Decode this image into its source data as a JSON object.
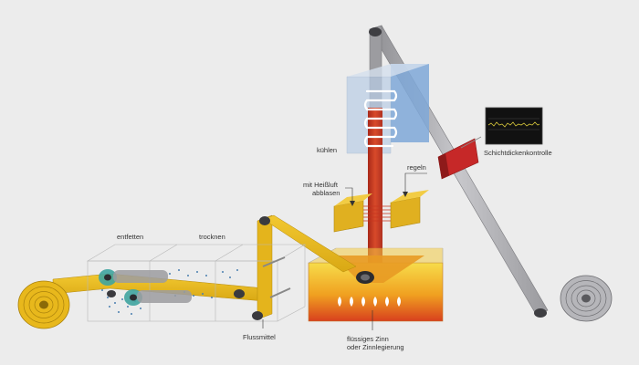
{
  "labels": {
    "entfetten": "entfetten",
    "trocknen": "trocknen",
    "flussmittel": "Flussmittel",
    "heissluft_line1": "mit Heißluft",
    "heissluft_line2": "abblasen",
    "kuehlen": "kühlen",
    "regeln": "regeln",
    "schichtdicke": "Schichtdickenkontrolle",
    "zinn_line1": "flüssiges Zinn",
    "zinn_line2": "oder Zinnlegierung"
  },
  "colors": {
    "background": "#ececec",
    "strip_yellow": "#e8b81c",
    "strip_yellow_dark": "#c99a10",
    "strip_red": "#c8341e",
    "strip_steel": "#a9a9ad",
    "bath_orange": "#f0a020",
    "bath_red": "#d8401e",
    "cooler_blue": "#8fb4dc",
    "sensor_red": "#c62828",
    "monitor_trace": "#d4c43a"
  },
  "icons": {
    "cooling_coil": "cooling-coil-icon",
    "flame": "flame-icon",
    "monitor": "thickness-monitor-icon"
  }
}
